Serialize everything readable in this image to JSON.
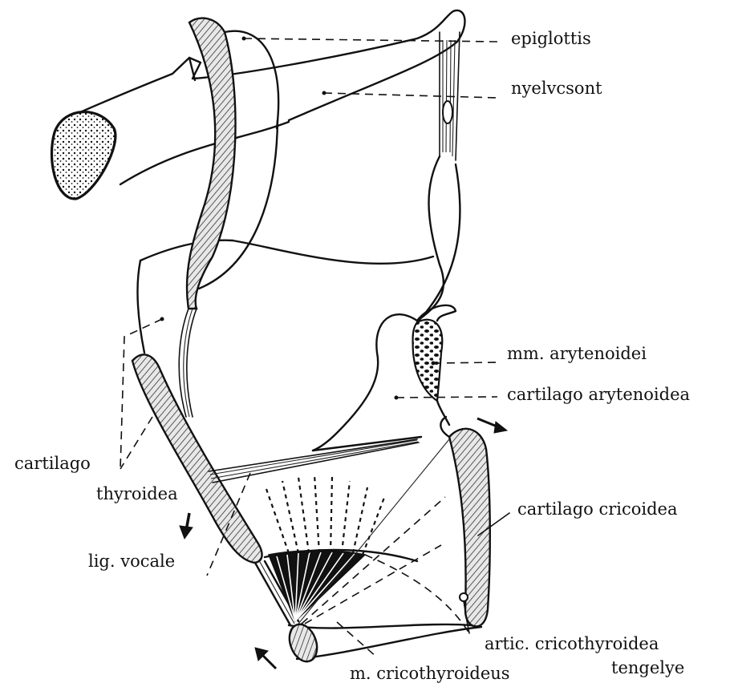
{
  "labels": {
    "epiglottis": "epiglottis",
    "nyelvcsont": "nyelvcsont",
    "mm_arytenoidei": "mm. arytenoidei",
    "cartilago_arytenoidea": "cartilago arytenoidea",
    "cartilago_thyroidea_line1": "cartilago",
    "cartilago_thyroidea_line2": "thyroidea",
    "cartilago_cricoidea": "cartilago cricoidea",
    "lig_vocale": "lig. vocale",
    "artic_line1": "artic. cricothyroidea",
    "artic_line2": "tengelye",
    "m_cricothyroideus": "m. cricothyroideus"
  },
  "colors": {
    "ink": "#111111",
    "background": "#ffffff"
  }
}
